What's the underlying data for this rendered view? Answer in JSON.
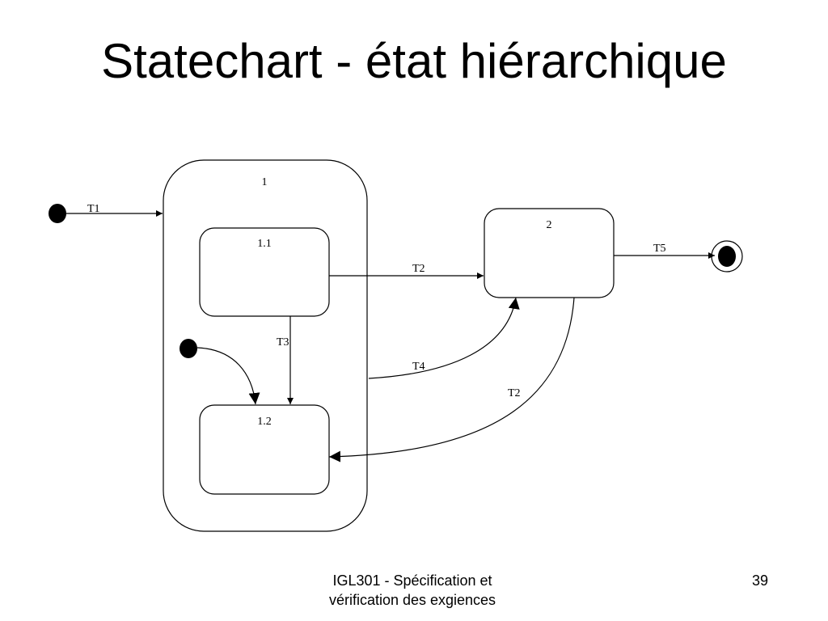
{
  "slide": {
    "title": "Statechart - état hiérarchique",
    "footer_line1": "IGL301 - Spécification et",
    "footer_line2": "vérification des exgiences",
    "page_number": "39"
  },
  "diagram": {
    "states": {
      "s1": "1",
      "s1_1": "1.1",
      "s1_2": "1.2",
      "s2": "2"
    },
    "transitions": {
      "t1": "T1",
      "t2_to_2": "T2",
      "t3": "T3",
      "t4": "T4",
      "t2_back": "T2",
      "t5": "T5"
    }
  }
}
